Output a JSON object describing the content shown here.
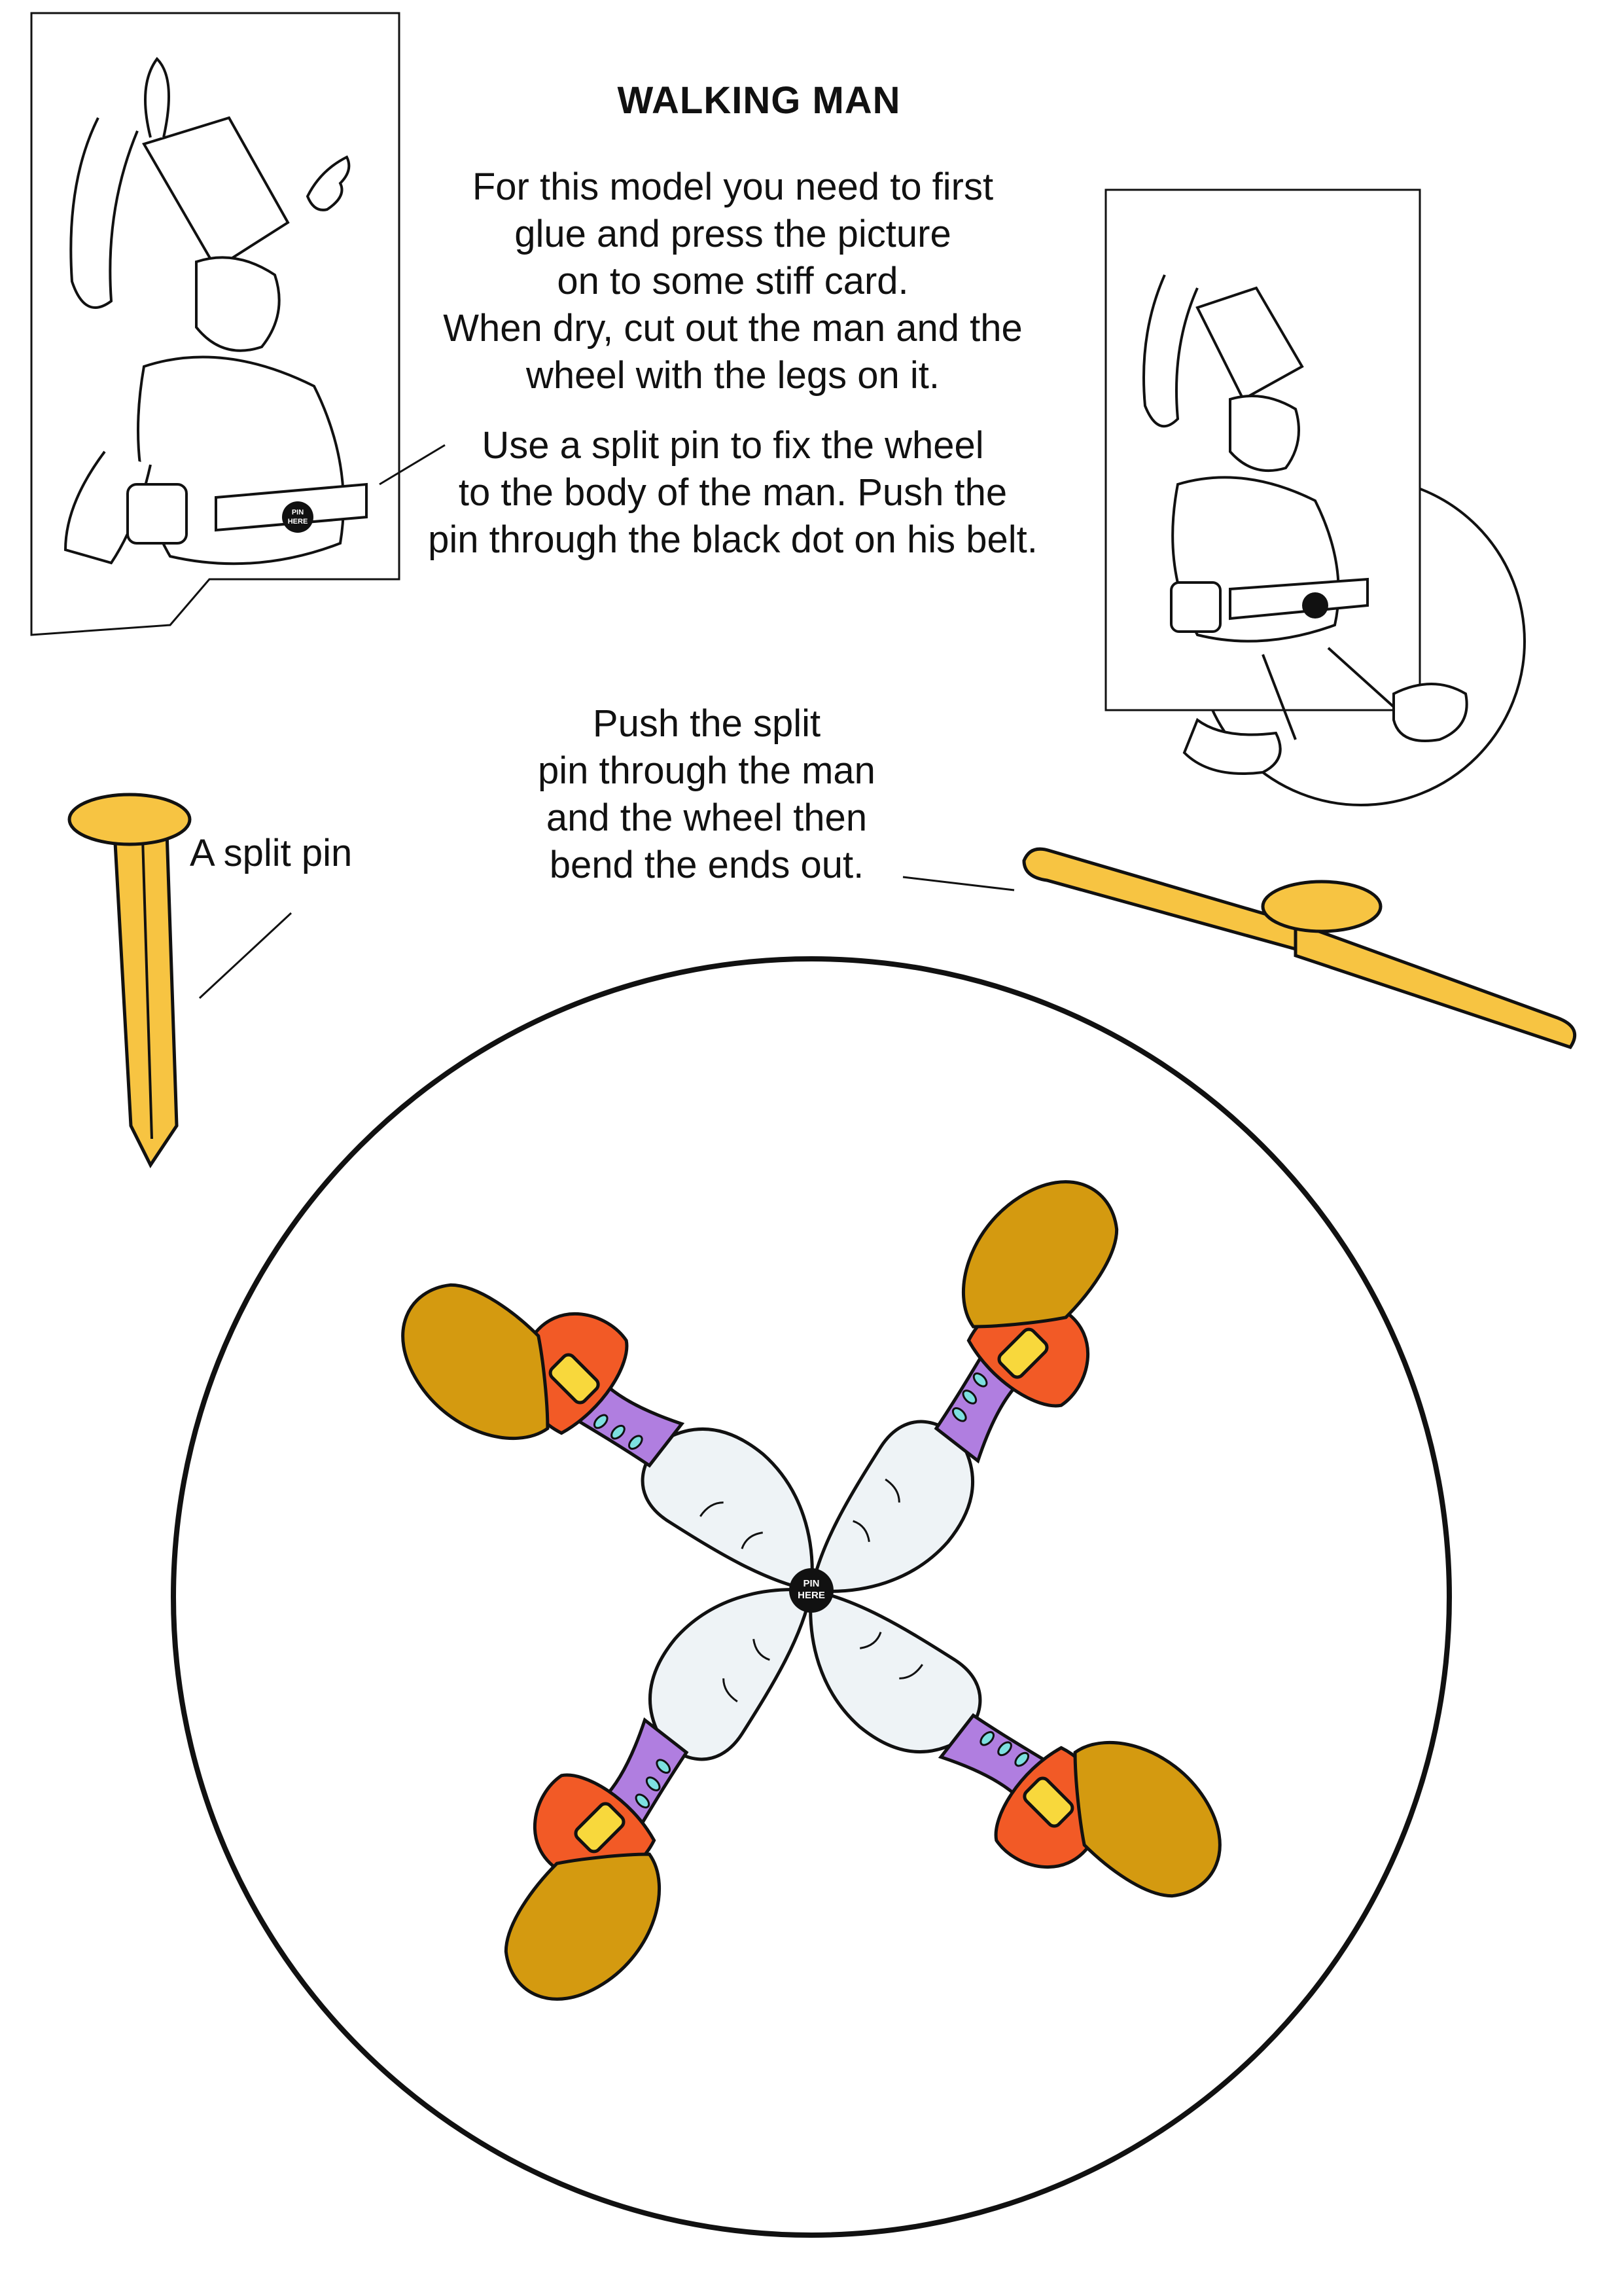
{
  "title": "WALKING MAN",
  "instructions": {
    "para1": [
      "For this model you need to first",
      "glue and press the picture",
      "on to some stiff card.",
      "When dry, cut out the man and the",
      "wheel with the legs on it."
    ],
    "para2": [
      "Use a split pin to fix the wheel",
      "to the body of the man. Push the",
      "pin through the black dot on his belt."
    ],
    "para3": [
      "Push the split",
      "pin through the man",
      "and the wheel then",
      "bend the ends out."
    ]
  },
  "labels": {
    "split_pin": "A split pin",
    "pin_here_line1": "PIN",
    "pin_here_line2": "HERE"
  },
  "colors": {
    "pin_gold": "#f7c442",
    "shoe_tan": "#d49a10",
    "shoe_red": "#f25a26",
    "buckle_yellow": "#f8d83c",
    "sock_purple": "#b07ee0",
    "trouser_white": "#eef3f6"
  }
}
